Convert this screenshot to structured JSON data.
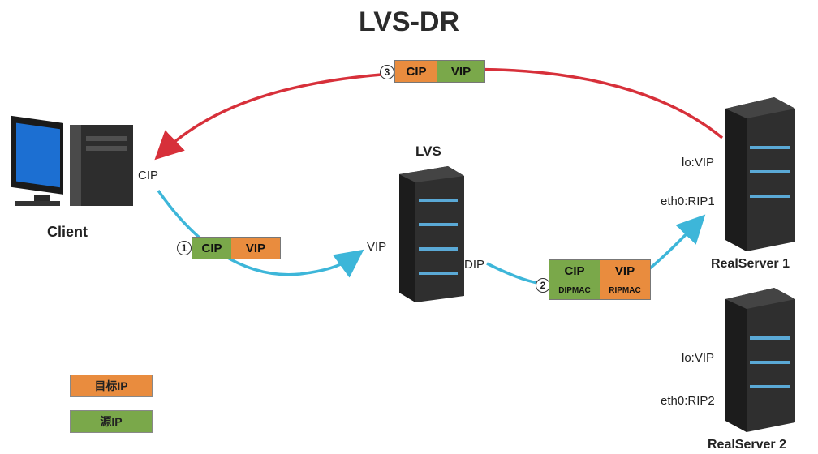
{
  "title": "LVS-DR",
  "client": {
    "label": "Client",
    "ip_label": "CIP"
  },
  "lvs": {
    "label": "LVS",
    "vip_label": "VIP",
    "dip_label": "DIP"
  },
  "realserver1": {
    "label": "RealServer 1",
    "lo": "lo:VIP",
    "eth0": "eth0:RIP1"
  },
  "realserver2": {
    "label": "RealServer 2",
    "lo": "lo:VIP",
    "eth0": "eth0:RIP2"
  },
  "packet1": {
    "step": "1",
    "src": "CIP",
    "dst": "VIP"
  },
  "packet2": {
    "step": "2",
    "src": "CIP",
    "dst": "VIP",
    "src_mac": "DIPMAC",
    "dst_mac": "RIPMAC"
  },
  "packet3": {
    "step": "3",
    "src": "CIP",
    "dst": "VIP"
  },
  "legend": {
    "dest_ip": "目标IP",
    "src_ip": "源IP"
  },
  "colors": {
    "source": "#7aa84a",
    "destination": "#e98c3e",
    "request_arrow": "#3db6d9",
    "response_arrow": "#d7303a"
  }
}
